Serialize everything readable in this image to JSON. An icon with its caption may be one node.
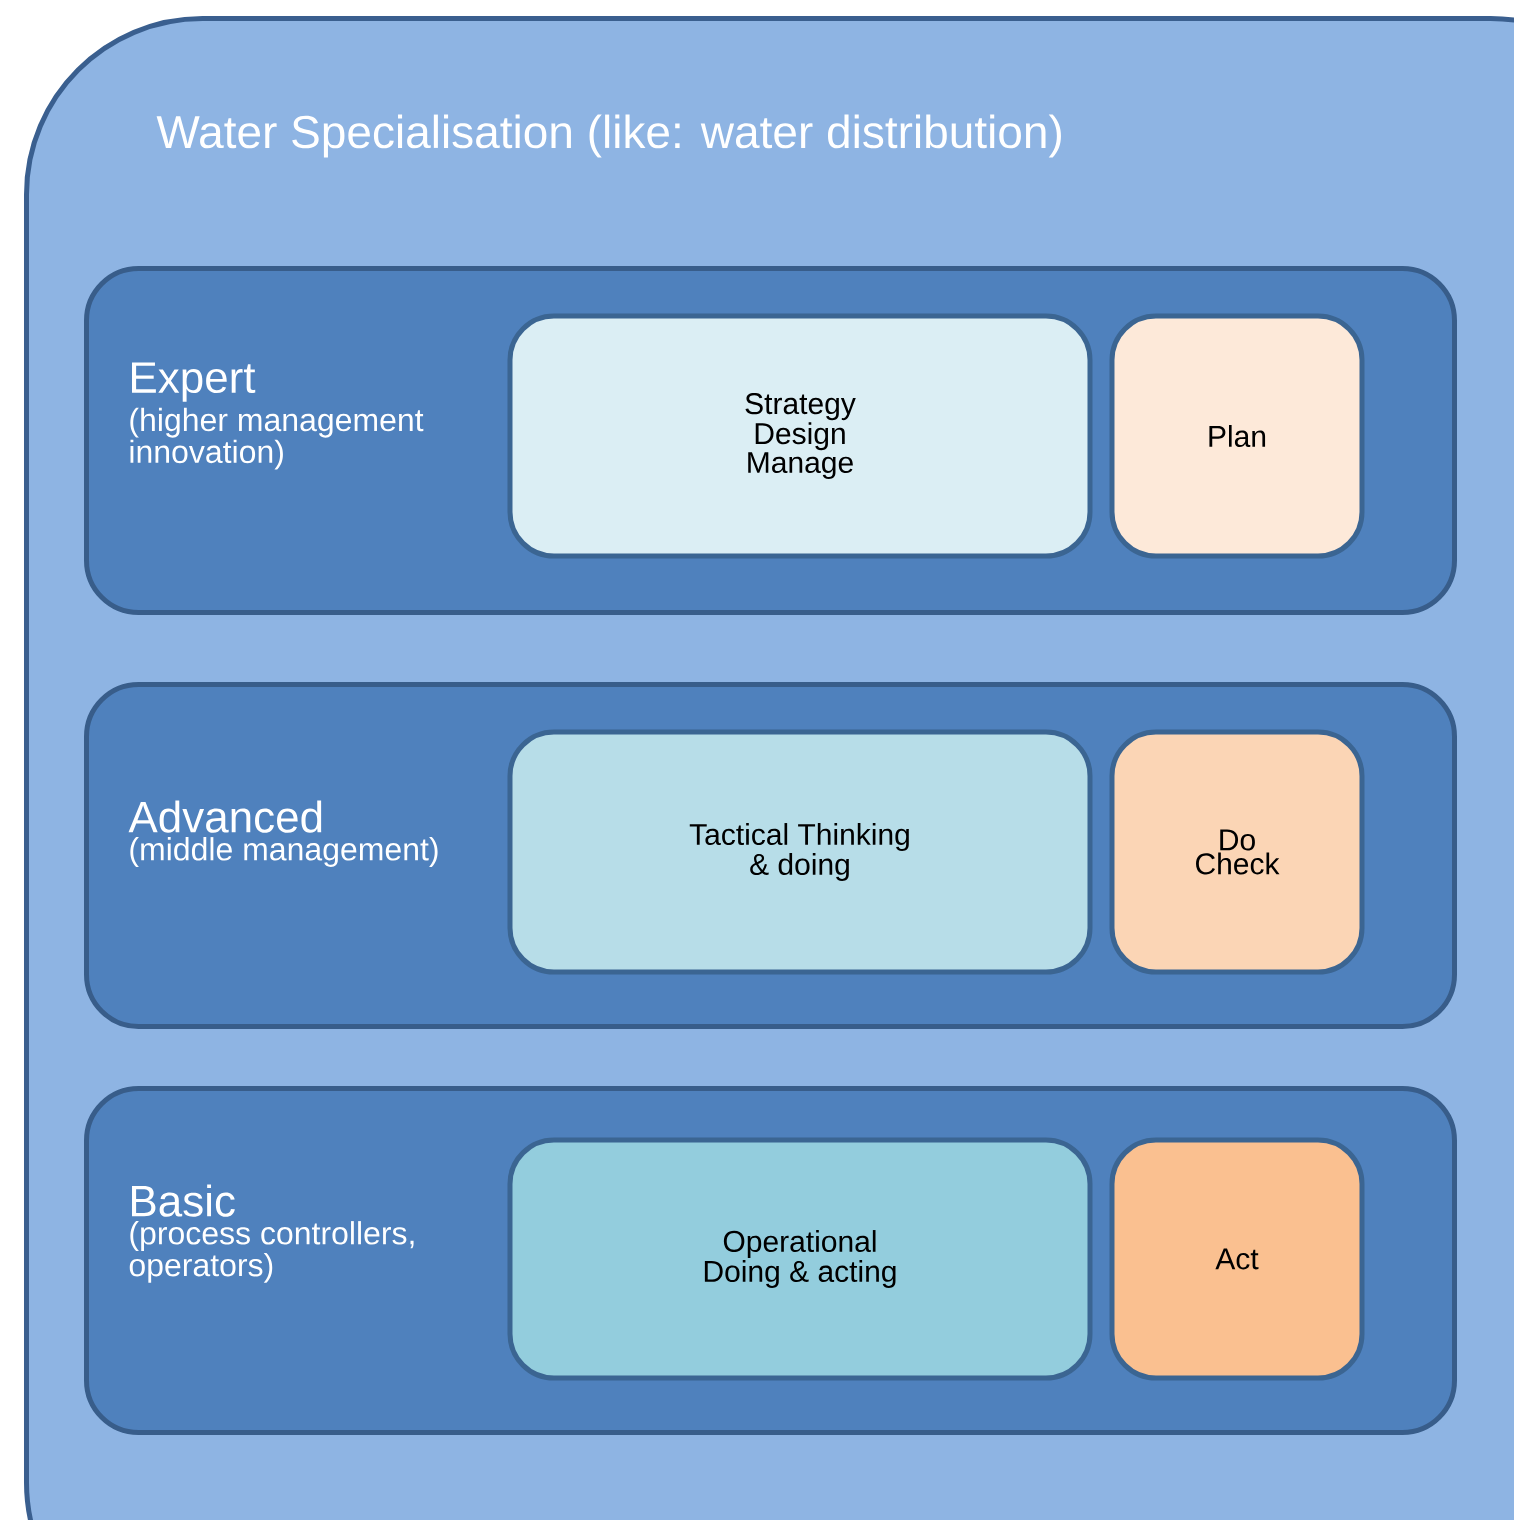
{
  "diagram": {
    "nodes": [
      {
        "text": [
          "Water Specialisation (like: water distribution)"
        ]
      },
      {
        "text": [
          "Expert",
          "(higher management innovation)"
        ],
        "in": 0
      },
      {
        "text": [
          "Strategy Design Manage"
        ],
        "in": 1
      },
      {
        "text": [
          "Plan"
        ],
        "in": 1
      },
      {
        "text": [
          "Advanced",
          "(middle management)"
        ],
        "in": 0
      },
      {
        "text": [
          "Tactical Thinking & doing"
        ],
        "in": 4
      },
      {
        "text": [
          "Do Check"
        ],
        "in": 4
      },
      {
        "text": [
          "Basic",
          "(process controllers, operators)"
        ],
        "in": 0
      },
      {
        "text": [
          "Operational Doing & acting"
        ],
        "in": 7
      },
      {
        "text": [
          "Act"
        ],
        "in": 7
      }
    ]
  }
}
